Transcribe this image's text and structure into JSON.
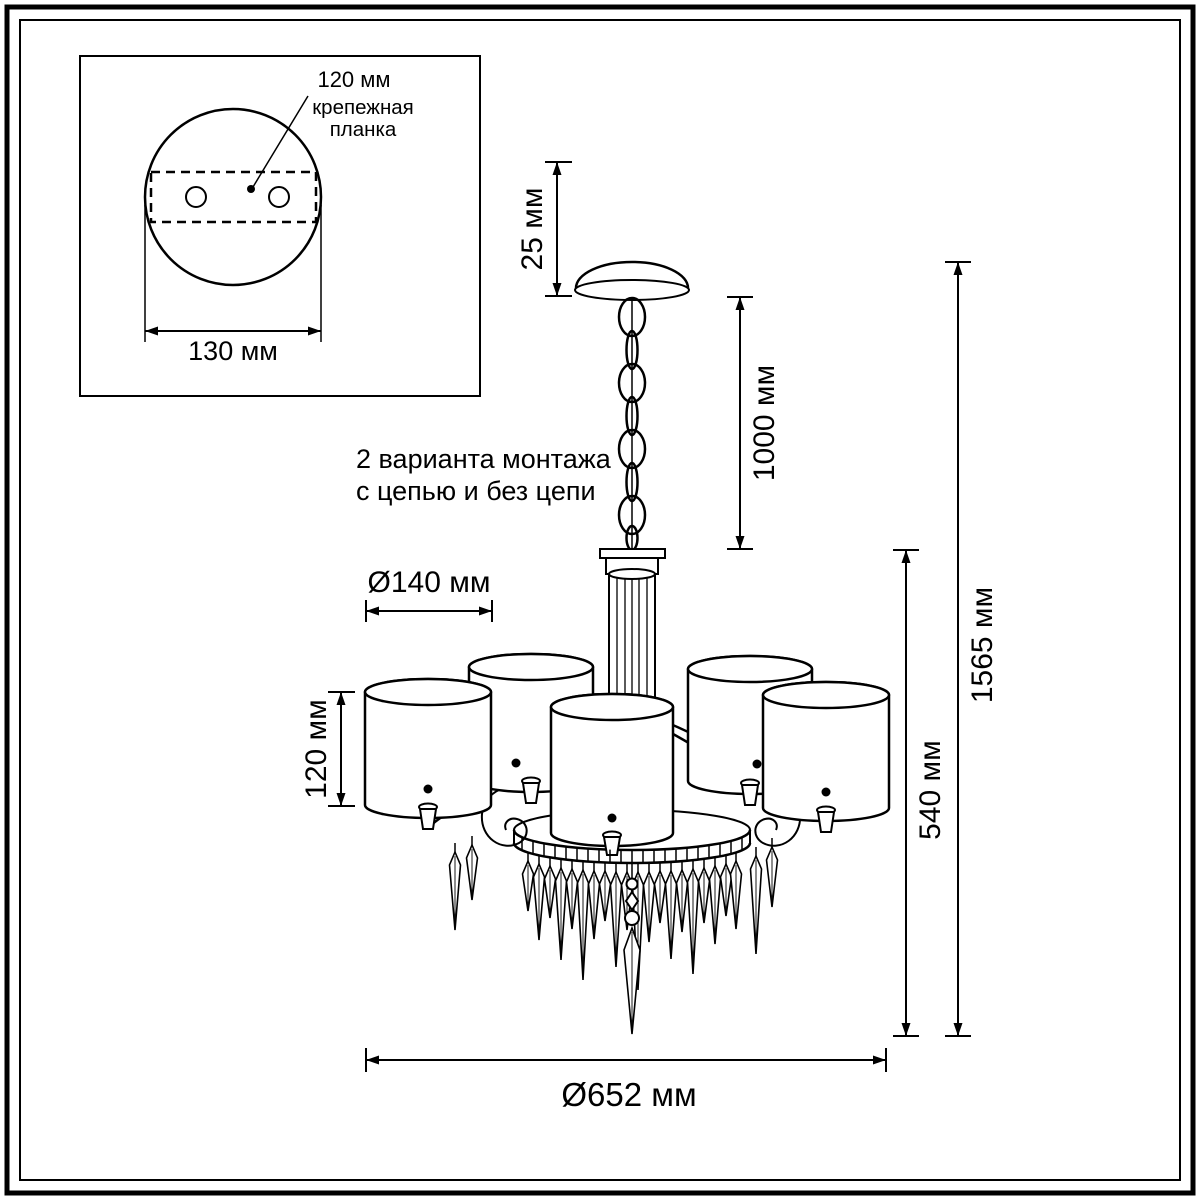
{
  "inset": {
    "dim_plate_width": "120 мм",
    "plate_label_line1": "крепежная",
    "plate_label_line2": "планка",
    "dim_base_width": "130 мм"
  },
  "note": {
    "line1": "2 варианта монтажа",
    "line2": "с цепью и без цепи"
  },
  "dims": {
    "canopy_height": "25 мм",
    "chain_length": "1000 мм",
    "shade_diameter": "Ø140 мм",
    "shade_height": "120 мм",
    "body_height": "540 мм",
    "total_height": "1565 мм",
    "total_diameter": "Ø652 мм"
  },
  "colors": {
    "ink": "#000000",
    "background": "#ffffff"
  }
}
